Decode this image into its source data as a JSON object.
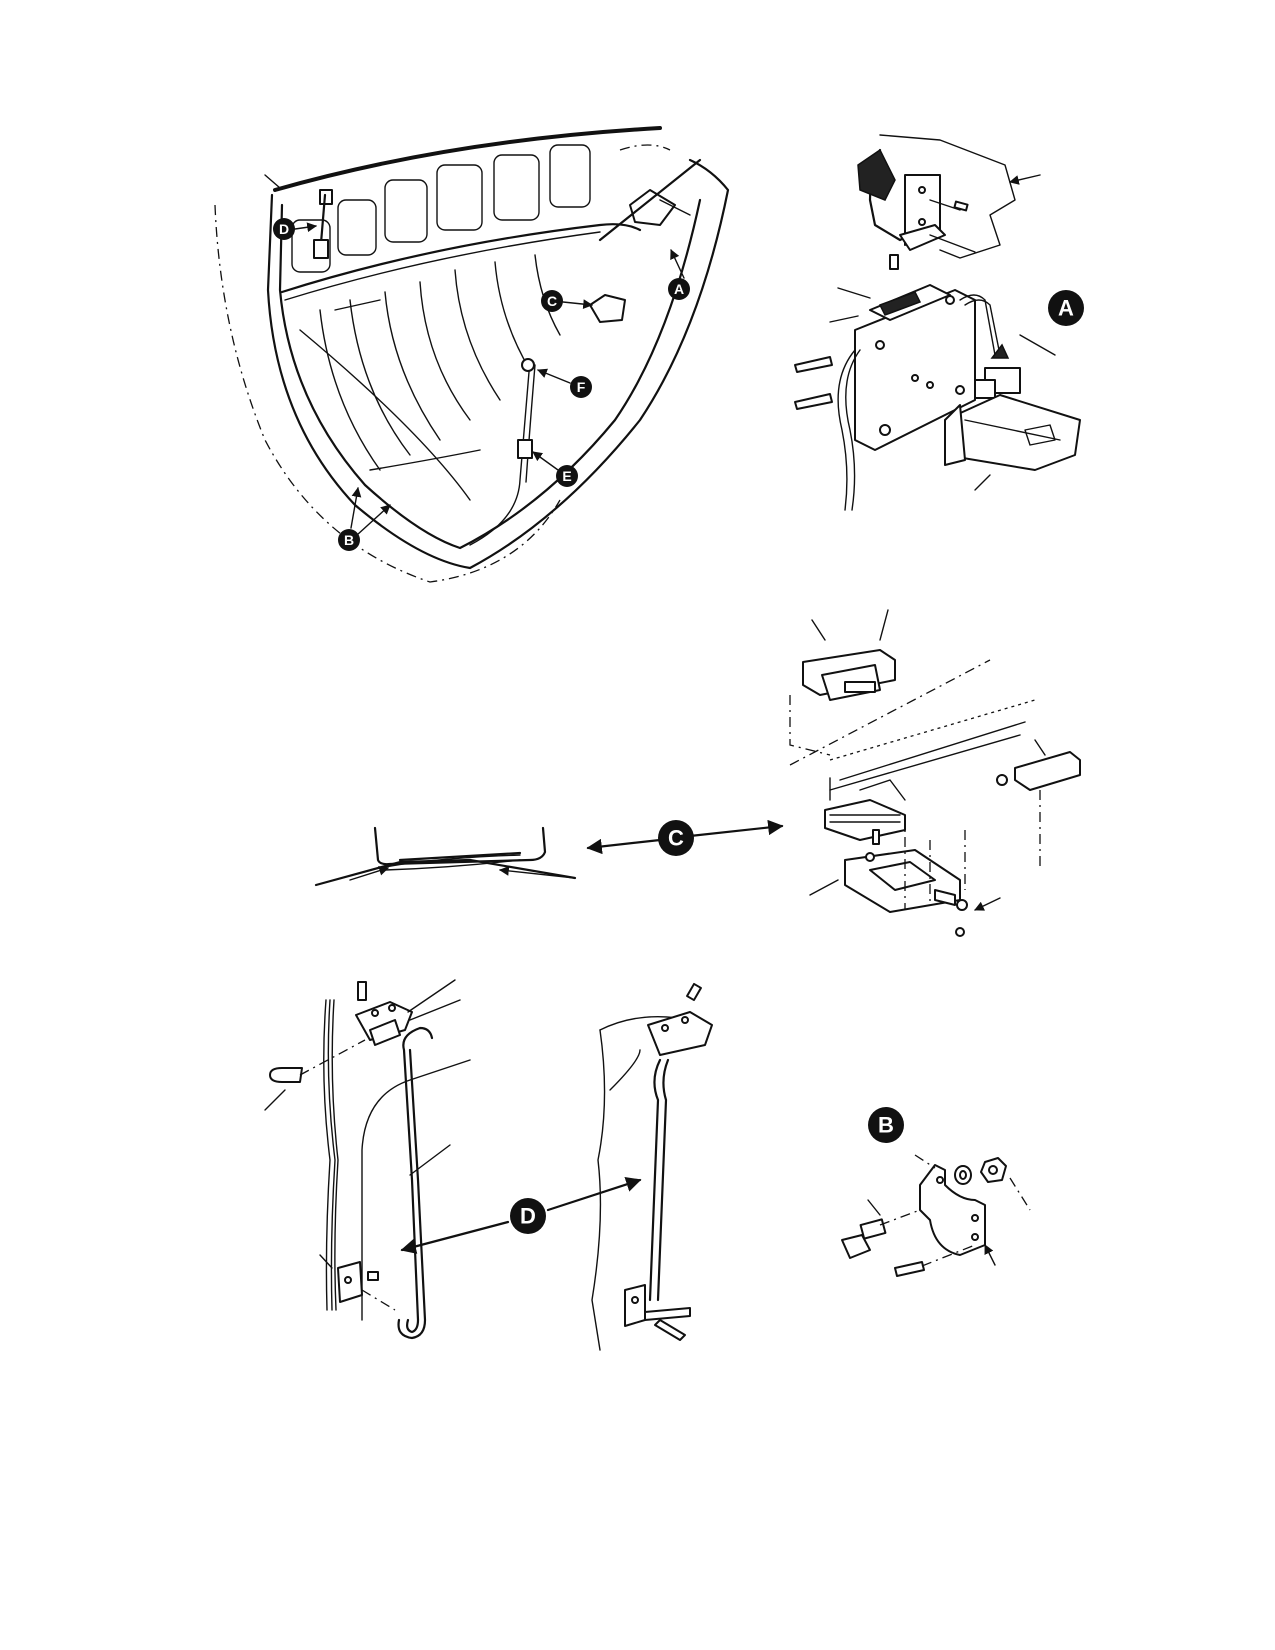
{
  "callouts": {
    "a_small": "A",
    "b_small": "B",
    "c_small": "C",
    "d_small": "D",
    "e_small": "E",
    "f_small": "F",
    "a_large": "A",
    "b_large": "B",
    "c_large": "C",
    "d_large": "D"
  }
}
